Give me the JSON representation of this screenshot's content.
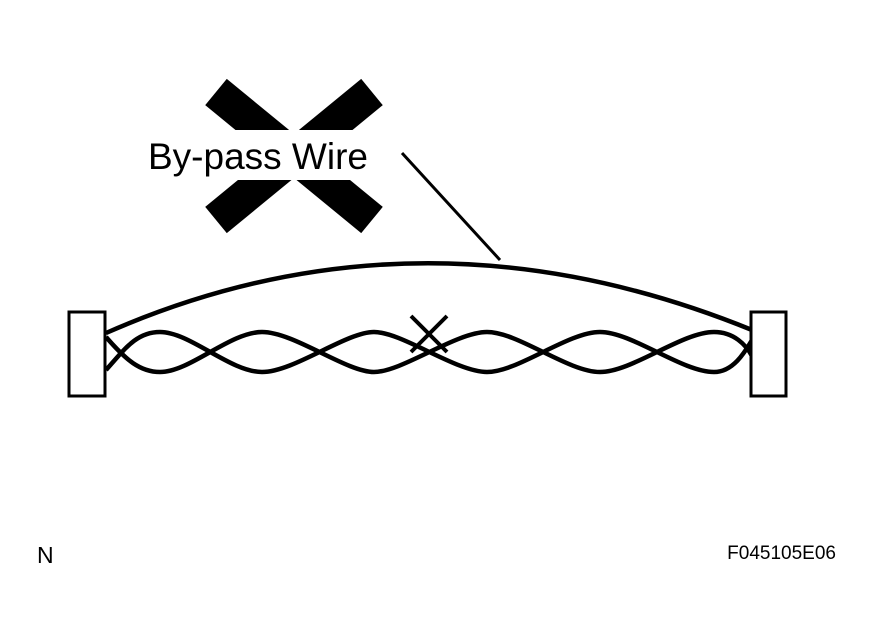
{
  "diagram": {
    "bypass_label": "By-pass Wire",
    "footer_left": "N",
    "figure_code": "F045105E06"
  },
  "colors": {
    "ink": "#000000",
    "background": "#ffffff"
  }
}
